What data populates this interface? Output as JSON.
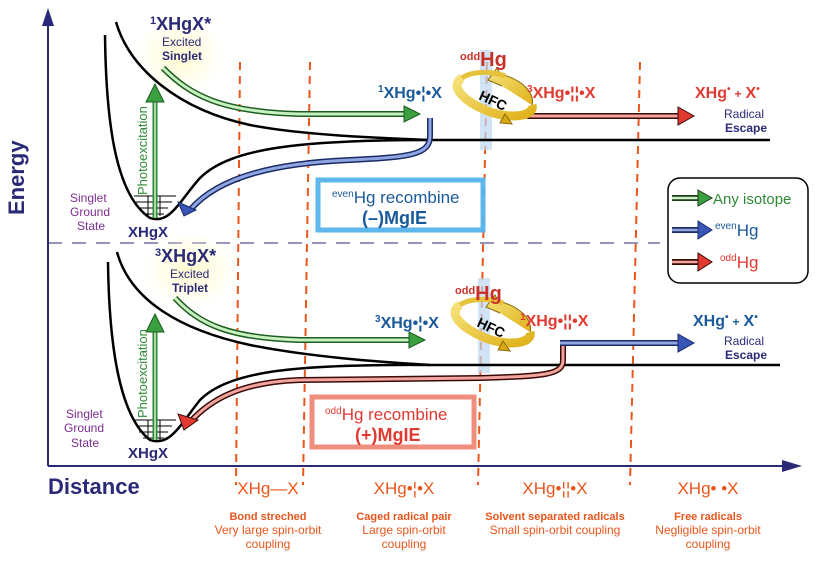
{
  "axes": {
    "y_label": "Energy",
    "x_label": "Distance"
  },
  "upper_panel": {
    "excited_state": {
      "prefix": "1",
      "label": "XHgX*",
      "line1": "Excited",
      "line2": "Singlet"
    },
    "photoexcitation": "Photoexcitation",
    "ground_state": {
      "line1": "Singlet",
      "line2": "Ground",
      "line3": "State",
      "species": "XHgX"
    },
    "caged_pair": {
      "prefix": "1",
      "label": "XHg•¦•X"
    },
    "hfc_isotope": {
      "sup": "odd",
      "base": "Hg"
    },
    "hfc_label": "HFC",
    "converted_pair": {
      "prefix": "3",
      "label": "XHg•¦¦•X"
    },
    "escape_products": {
      "a": "XHg",
      "plus": "+",
      "b": "X"
    },
    "escape_label": {
      "line1": "Radical",
      "line2": "Escape"
    },
    "recombine_box": {
      "sup": "even",
      "line1": "Hg recombine",
      "line2": "(–)MgIE"
    }
  },
  "lower_panel": {
    "excited_state": {
      "prefix": "3",
      "label": "XHgX*",
      "line1": "Excited",
      "line2": "Triplet"
    },
    "photoexcitation": "Photoexcitation",
    "ground_state": {
      "line1": "Singlet",
      "line2": "Ground",
      "line3": "State",
      "species": "XHgX"
    },
    "caged_pair": {
      "prefix": "3",
      "label": "XHg•¦•X"
    },
    "hfc_isotope": {
      "sup": "odd",
      "base": "Hg"
    },
    "hfc_label": "HFC",
    "converted_pair": {
      "prefix": "1",
      "label": "XHg•¦¦•X"
    },
    "escape_products": {
      "a": "XHg",
      "plus": "+",
      "b": "X"
    },
    "escape_label": {
      "line1": "Radical",
      "line2": "Escape"
    },
    "recombine_box": {
      "sup": "odd",
      "line1": "Hg recombine",
      "line2": "(+)MgIE"
    }
  },
  "legend": {
    "items": [
      {
        "label": "Any isotope",
        "sup": "",
        "color": "#2e8a34"
      },
      {
        "label": "Hg",
        "sup": "even",
        "color": "#1a5a9a"
      },
      {
        "label": "Hg",
        "sup": "odd",
        "color": "#e23a30"
      }
    ]
  },
  "regions": [
    {
      "species": "XHg—X",
      "title": "Bond streched",
      "desc1": "Very large spin-orbit",
      "desc2": "coupling"
    },
    {
      "species": "XHg•¦•X",
      "title": "Caged radical pair",
      "desc1": "Large spin-orbit",
      "desc2": "coupling"
    },
    {
      "species": "XHg•¦¦•X",
      "title": "Solvent separated radicals",
      "desc1": "Small spin-orbit coupling",
      "desc2": ""
    },
    {
      "species": "XHg•  •X",
      "title": "Free radicals",
      "desc1": "Negligible spin-orbit",
      "desc2": "coupling"
    }
  ],
  "colors": {
    "any_isotope": "#2e8a34",
    "even_hg": "#1a5a9a",
    "odd_hg": "#e23a30",
    "region_divider": "#e8561c",
    "axis": "#2b2a77"
  }
}
